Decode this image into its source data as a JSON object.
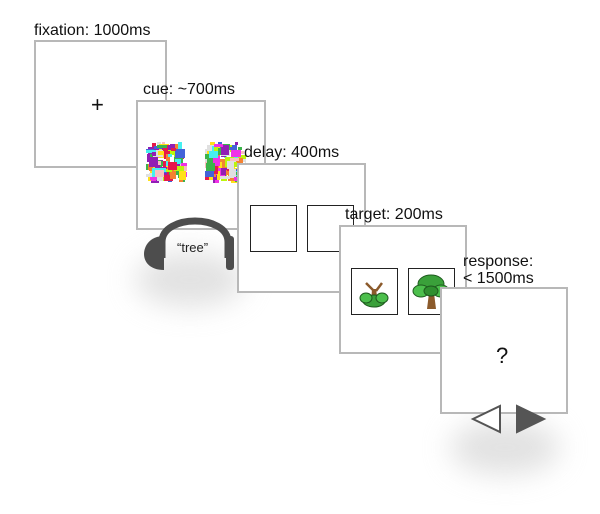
{
  "stages": [
    {
      "label": "fixation: 1000ms",
      "symbol": "+"
    },
    {
      "label": "cue: ~700ms",
      "spoken_word": "“tree”"
    },
    {
      "label": "delay: 400ms"
    },
    {
      "label": "target: 200ms"
    },
    {
      "label": "response:\n< 1500ms",
      "symbol": "?"
    }
  ],
  "icons": {
    "headphones": "headphones-icon",
    "left_arrow": "left-arrow-outline-icon",
    "right_arrow": "right-arrow-filled-icon",
    "tree": "tree-icon"
  },
  "colors": {
    "frame_border": "#b8b8b8",
    "headphones": "#4d4d4d",
    "arrow": "#555555",
    "mask_palette": [
      "#e6194b",
      "#3cb44b",
      "#ffe119",
      "#4363d8",
      "#f58231",
      "#911eb4",
      "#46f0f0",
      "#f032e6",
      "#bcf60c",
      "#fabebe",
      "#ffffff",
      "#e0e0e0"
    ]
  }
}
